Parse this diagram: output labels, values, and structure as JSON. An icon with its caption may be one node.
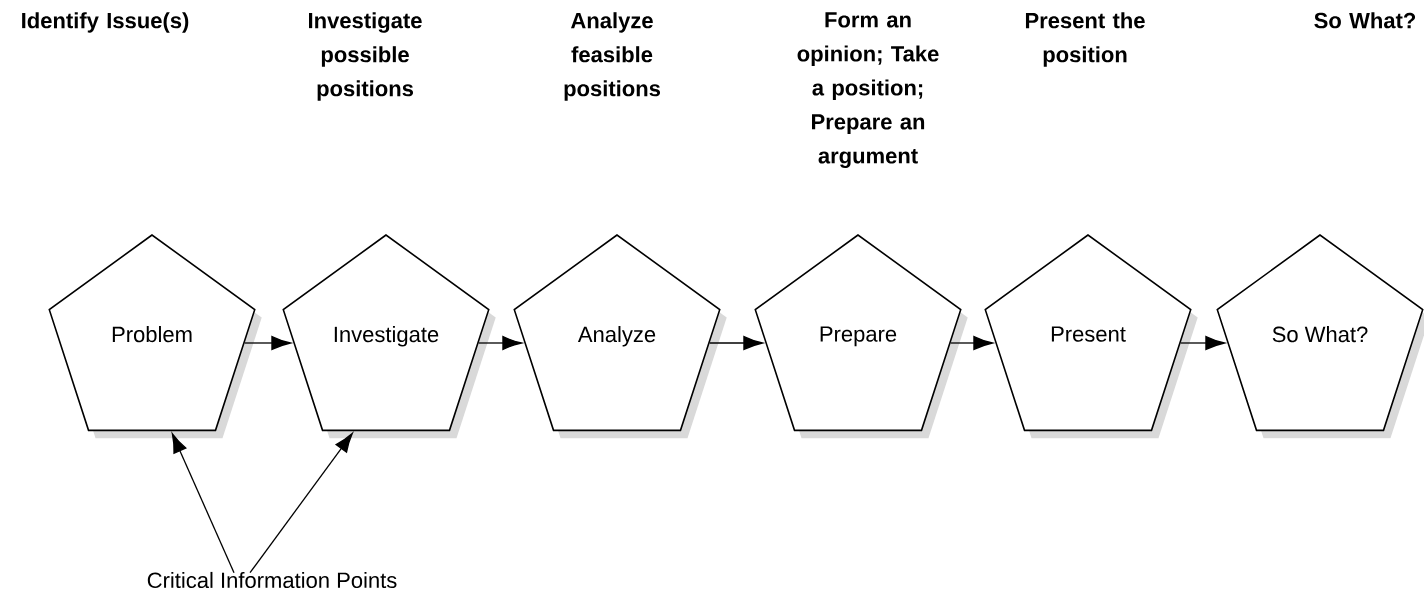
{
  "diagram": {
    "nodes": [
      {
        "text": [
          "Problem"
        ]
      },
      {
        "text": [
          "Investigate"
        ]
      },
      {
        "text": [
          "Analyze"
        ]
      },
      {
        "text": [
          "Prepare"
        ]
      },
      {
        "text": [
          "Present"
        ]
      },
      {
        "text": [
          "So What?"
        ]
      },
      {
        "text": [
          "Critical Information Points"
        ]
      }
    ],
    "edges": [
      {
        "from": 0,
        "to": 1,
        "arrow": "to"
      },
      {
        "from": 1,
        "to": 2,
        "arrow": "to"
      },
      {
        "from": 2,
        "to": 3,
        "arrow": "to"
      },
      {
        "from": 3,
        "to": 4,
        "arrow": "to"
      },
      {
        "from": 4,
        "to": 5,
        "arrow": "to"
      },
      {
        "from": 6,
        "to": 0,
        "arrow": "to"
      },
      {
        "from": 6,
        "to": 1,
        "arrow": "to"
      }
    ],
    "labels": [
      "Identify Issue(s)",
      "Investigate possible positions",
      "Analyze feasible positions",
      "Form an opinion; Take a position; Prepare an argument",
      "Present the position",
      "So What?"
    ]
  }
}
